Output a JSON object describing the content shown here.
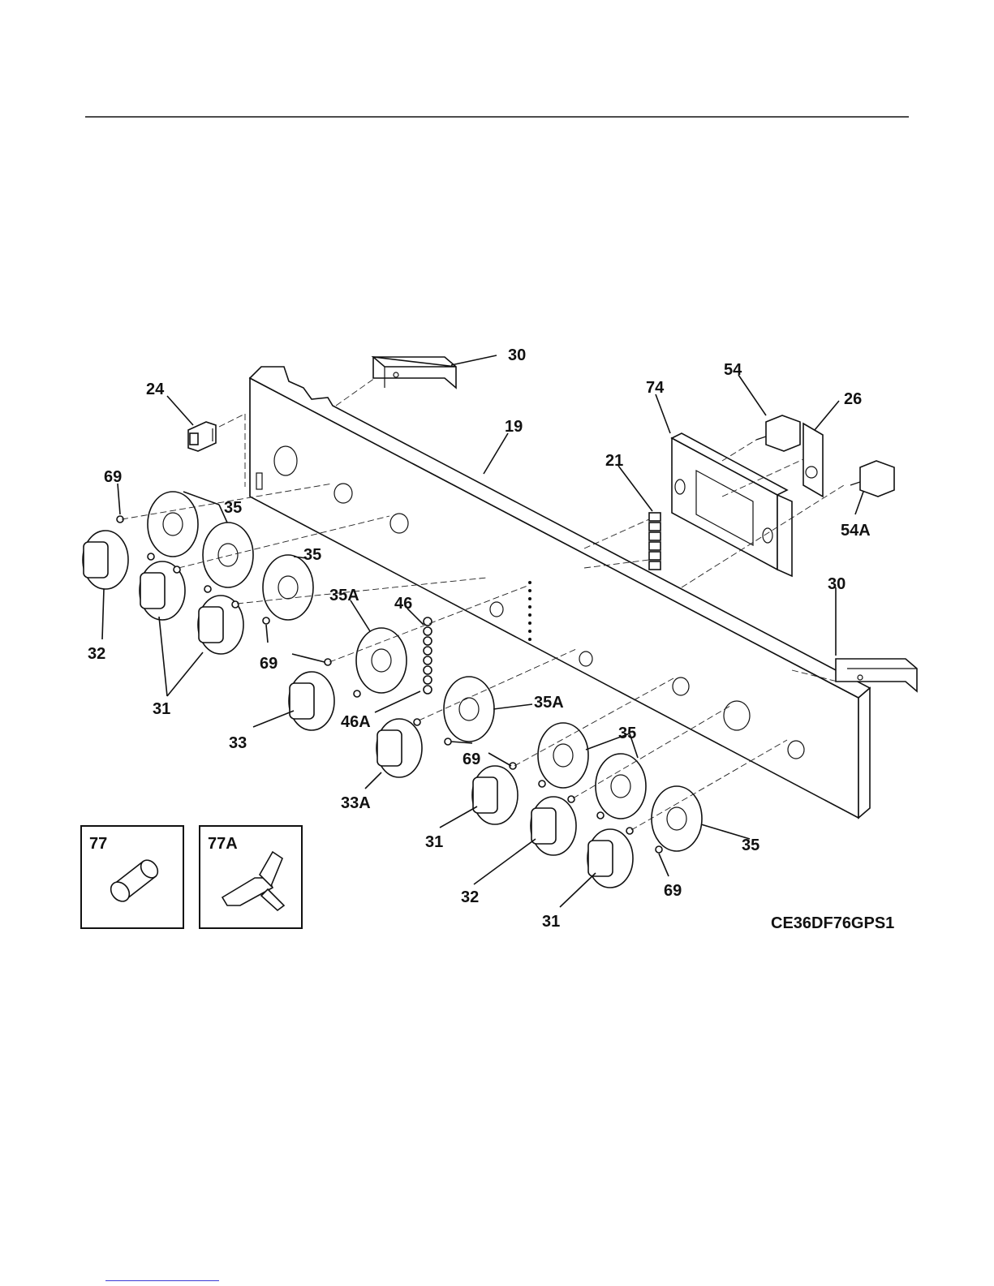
{
  "diagram": {
    "model_code": "CE36DF76GPS1",
    "callouts": [
      {
        "id": "c19",
        "text": "19"
      },
      {
        "id": "c21",
        "text": "21"
      },
      {
        "id": "c24",
        "text": "24"
      },
      {
        "id": "c26",
        "text": "26"
      },
      {
        "id": "c30a",
        "text": "30"
      },
      {
        "id": "c30b",
        "text": "30"
      },
      {
        "id": "c31a",
        "text": "31"
      },
      {
        "id": "c31b",
        "text": "31"
      },
      {
        "id": "c31c",
        "text": "31"
      },
      {
        "id": "c32a",
        "text": "32"
      },
      {
        "id": "c32b",
        "text": "32"
      },
      {
        "id": "c33",
        "text": "33"
      },
      {
        "id": "c33a",
        "text": "33A"
      },
      {
        "id": "c35a",
        "text": "35"
      },
      {
        "id": "c35b",
        "text": "35"
      },
      {
        "id": "c35c",
        "text": "35"
      },
      {
        "id": "c35d",
        "text": "35"
      },
      {
        "id": "c35Aa",
        "text": "35A"
      },
      {
        "id": "c35Ab",
        "text": "35A"
      },
      {
        "id": "c46",
        "text": "46"
      },
      {
        "id": "c46A",
        "text": "46A"
      },
      {
        "id": "c54",
        "text": "54"
      },
      {
        "id": "c54A",
        "text": "54A"
      },
      {
        "id": "c69a",
        "text": "69"
      },
      {
        "id": "c69b",
        "text": "69"
      },
      {
        "id": "c69c",
        "text": "69"
      },
      {
        "id": "c69d",
        "text": "69"
      },
      {
        "id": "c74",
        "text": "74"
      }
    ],
    "insets": [
      {
        "id": "i77",
        "text": "77"
      },
      {
        "id": "i77A",
        "text": "77A"
      }
    ]
  }
}
